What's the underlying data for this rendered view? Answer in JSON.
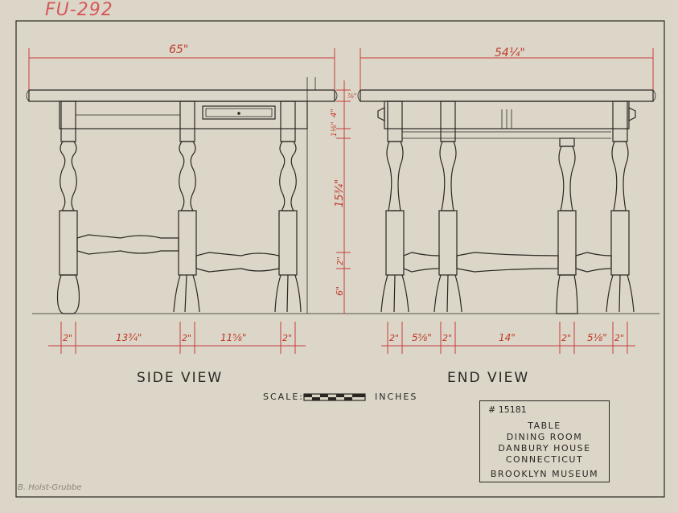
{
  "sheet": {
    "catalog_id": "FU-292",
    "signature": "B. Holst-Grubbe",
    "colors": {
      "paper": "#dcd6c8",
      "ink": "#2a2622",
      "dimension_red": "#c0392b"
    }
  },
  "views": {
    "side": {
      "label": "SIDE VIEW"
    },
    "end": {
      "label": "END VIEW"
    }
  },
  "scale": {
    "label": "SCALE:",
    "unit": "INCHES"
  },
  "dimensions": {
    "side_width": "65\"",
    "end_width": "54¼\"",
    "top_thickness": "⅞\"",
    "apron": "4\"",
    "gap": "1⅛\"",
    "leg_upper": "15¾\"",
    "stretcher": "2\"",
    "foot": "6\"",
    "side_bottom": [
      "2\"",
      "13¾\"",
      "2\"",
      "11⅝\"",
      "2\""
    ],
    "end_bottom": [
      "2\"",
      "5⅝\"",
      "2\"",
      "14\"",
      "2\"",
      "5⅛\"",
      "2\""
    ]
  },
  "title_block": {
    "accession": "# 15181",
    "lines": [
      "TABLE",
      "DINING ROOM",
      "DANBURY HOUSE",
      "CONNECTICUT"
    ],
    "museum": "BROOKLYN MUSEUM"
  }
}
